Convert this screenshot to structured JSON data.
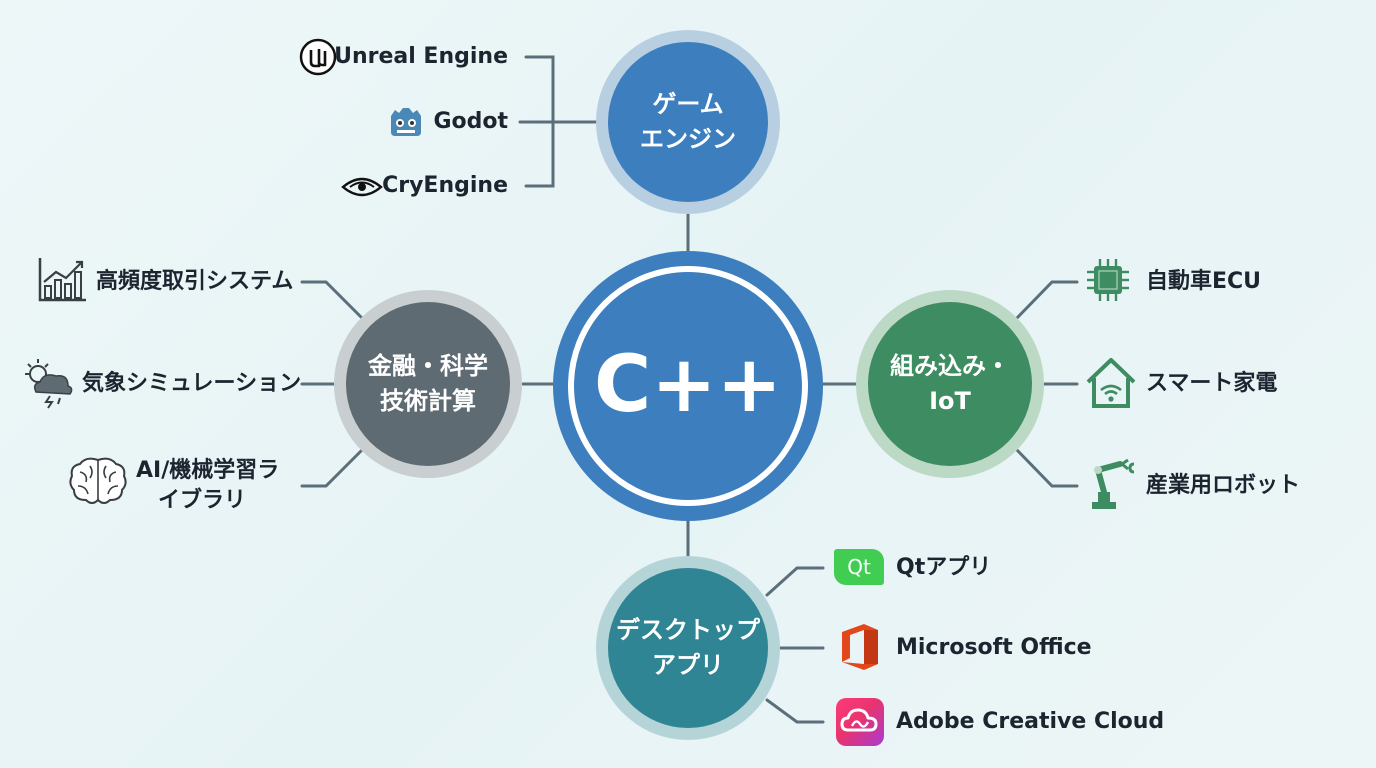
{
  "center": {
    "label": "C++",
    "color": "#3d7fbe",
    "ring_color": "#a9c7df"
  },
  "nodes": {
    "game": {
      "line1": "ゲーム",
      "line2": "エンジン",
      "color": "#3d7fbe",
      "ring": "#b7cfe0",
      "items": [
        {
          "label": "Unreal Engine",
          "icon": "unreal-logo"
        },
        {
          "label": "Godot",
          "icon": "godot-logo"
        },
        {
          "label": "CryEngine",
          "icon": "cryengine-logo"
        }
      ]
    },
    "finance": {
      "line1": "金融・科学",
      "line2": "技術計算",
      "color": "#5f6b73",
      "ring": "#c9cfd1",
      "items": [
        {
          "label": "高頻度取引システム",
          "icon": "chart-icon"
        },
        {
          "label": "気象シミュレーション",
          "icon": "weather-icon"
        },
        {
          "label_line1": "AI/機械学習ラ",
          "label_line2": "イブラリ",
          "icon": "brain-icon"
        }
      ]
    },
    "embedded": {
      "line1": "組み込み・",
      "line2": "IoT",
      "color": "#3e8c62",
      "ring": "#bcd9c6",
      "items": [
        {
          "label": "自動車ECU",
          "icon": "chip-icon"
        },
        {
          "label": "スマート家電",
          "icon": "smart-home-icon"
        },
        {
          "label": "産業用ロボット",
          "icon": "robot-arm-icon"
        }
      ]
    },
    "desktop": {
      "line1": "デスクトップ",
      "line2": "アプリ",
      "color": "#2f8593",
      "ring": "#b5d4d8",
      "items": [
        {
          "label": "Qtアプリ",
          "icon": "qt-logo",
          "logo_text": "Qt"
        },
        {
          "label": "Microsoft Office",
          "icon": "office-logo"
        },
        {
          "label": "Adobe Creative Cloud",
          "icon": "creative-cloud-logo"
        }
      ]
    }
  },
  "line_color": "#5b6f7b"
}
